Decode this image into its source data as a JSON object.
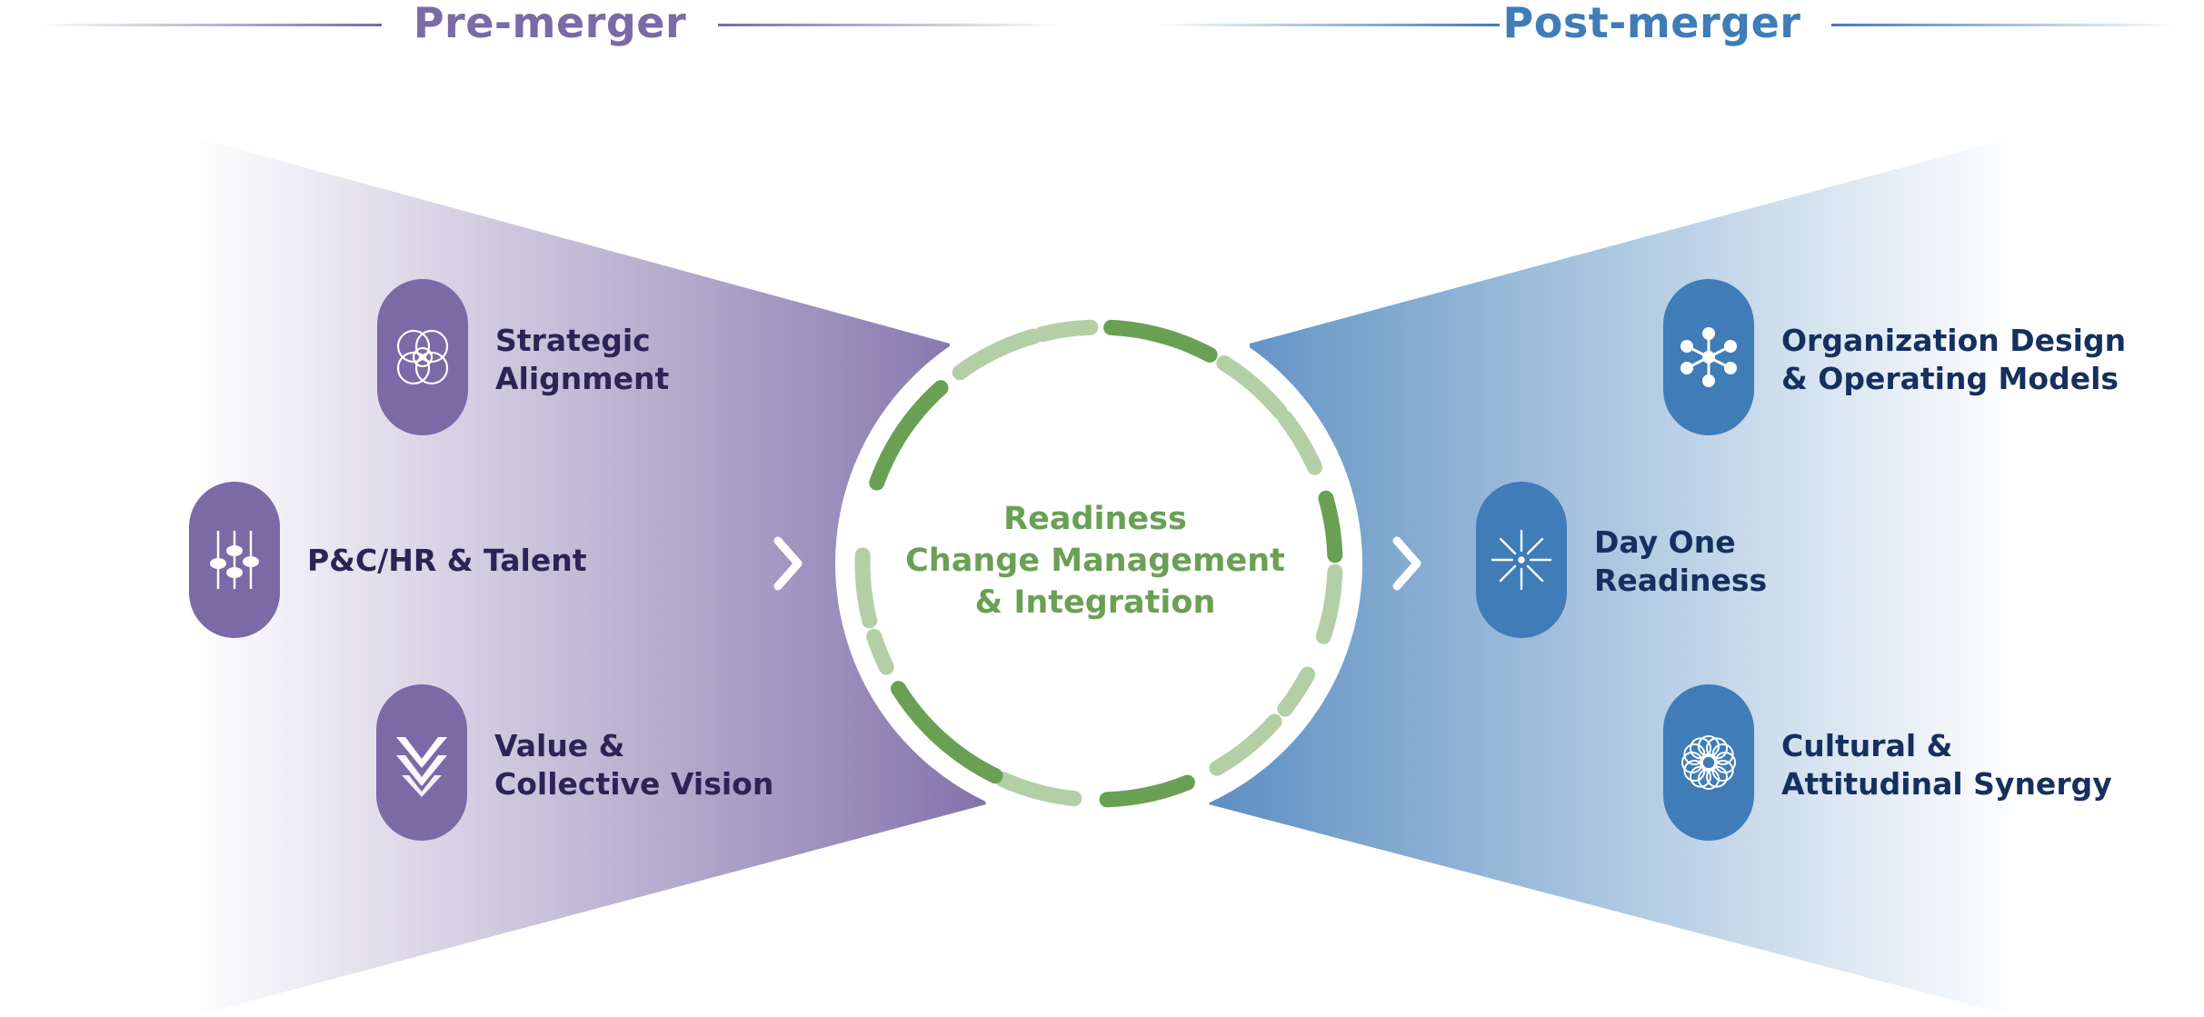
{
  "header": {
    "pre_label": "Pre-merger",
    "post_label": "Post-merger"
  },
  "center": {
    "line1": "Readiness",
    "line2": "Change Management",
    "line3": "& Integration"
  },
  "pre_items": [
    {
      "label": "Strategic\nAlignment",
      "icon": "overlapping-circles-icon"
    },
    {
      "label": "P&C/HR & Talent",
      "icon": "sliders-icon"
    },
    {
      "label": "Value &\nCollective Vision",
      "icon": "chevrons-down-icon"
    }
  ],
  "post_items": [
    {
      "label": "Organization Design\n& Operating Models",
      "icon": "network-nodes-icon"
    },
    {
      "label": "Day One\nReadiness",
      "icon": "starburst-icon"
    },
    {
      "label": "Cultural &\nAttitudinal Synergy",
      "icon": "flower-icon"
    }
  ],
  "colors": {
    "purple": "#7a6aa6",
    "blue": "#3f7cb8",
    "green_dark": "#6aa054",
    "green_light": "#b3cfa6",
    "label_purple": "#2c2455",
    "label_blue": "#15305f"
  }
}
